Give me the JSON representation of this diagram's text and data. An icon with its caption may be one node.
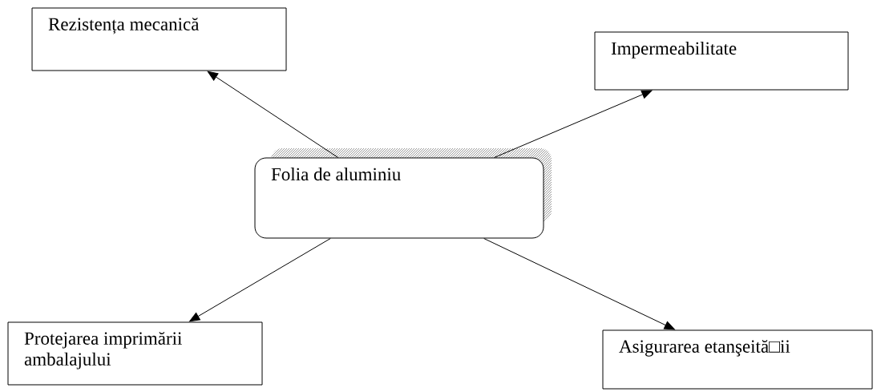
{
  "diagram": {
    "nodes": [
      {
        "text": [
          "Folia de aluminiu"
        ]
      },
      {
        "text": [
          "Rezistența mecanică"
        ]
      },
      {
        "text": [
          "Impermeabilitate"
        ]
      },
      {
        "text": [
          "Protejarea imprimării ambalajului"
        ]
      },
      {
        "text": [
          "Asigurarea etanşeită□ii"
        ]
      }
    ],
    "edges": [
      {
        "from": 0,
        "to": 1,
        "arrow": "to"
      },
      {
        "from": 0,
        "to": 2,
        "arrow": "to"
      },
      {
        "from": 0,
        "to": 3,
        "arrow": "to"
      },
      {
        "from": 0,
        "to": 4,
        "arrow": "to"
      }
    ]
  }
}
